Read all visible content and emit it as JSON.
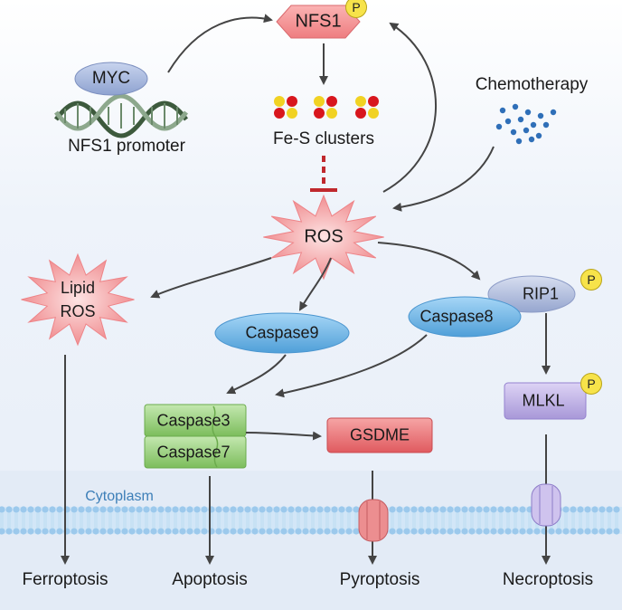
{
  "nodes": {
    "nfs1": "NFS1",
    "myc": "MYC",
    "nfs1_promoter": "NFS1 promoter",
    "fes_clusters": "Fe-S clusters",
    "chemotherapy": "Chemotherapy",
    "ros": "ROS",
    "lipid_ros": "Lipid\nROS",
    "caspase9": "Caspase9",
    "caspase8": "Caspase8",
    "rip1": "RIP1",
    "mlkl": "MLKL",
    "caspase3": "Caspase3",
    "caspase7": "Caspase7",
    "gsdme": "GSDME",
    "cytoplasm": "Cytoplasm",
    "phospho": "P"
  },
  "outcomes": {
    "ferroptosis": "Ferroptosis",
    "apoptosis": "Apoptosis",
    "pyroptosis": "Pyroptosis",
    "necroptosis": "Necroptosis"
  },
  "colors": {
    "nfs1": "#f08a8a",
    "ros_star": "#f29b9b",
    "caspase_blue": "#6fb6e6",
    "caspase_green": "#8ccc6f",
    "gsdme": "#e8666a",
    "rip1": "#aab6d8",
    "mlkl": "#b9a9e0",
    "arrow": "#444444",
    "inhibit": "#c0282d",
    "membrane": "#8ec6ec",
    "chemo_dots": "#2f6fb8"
  }
}
